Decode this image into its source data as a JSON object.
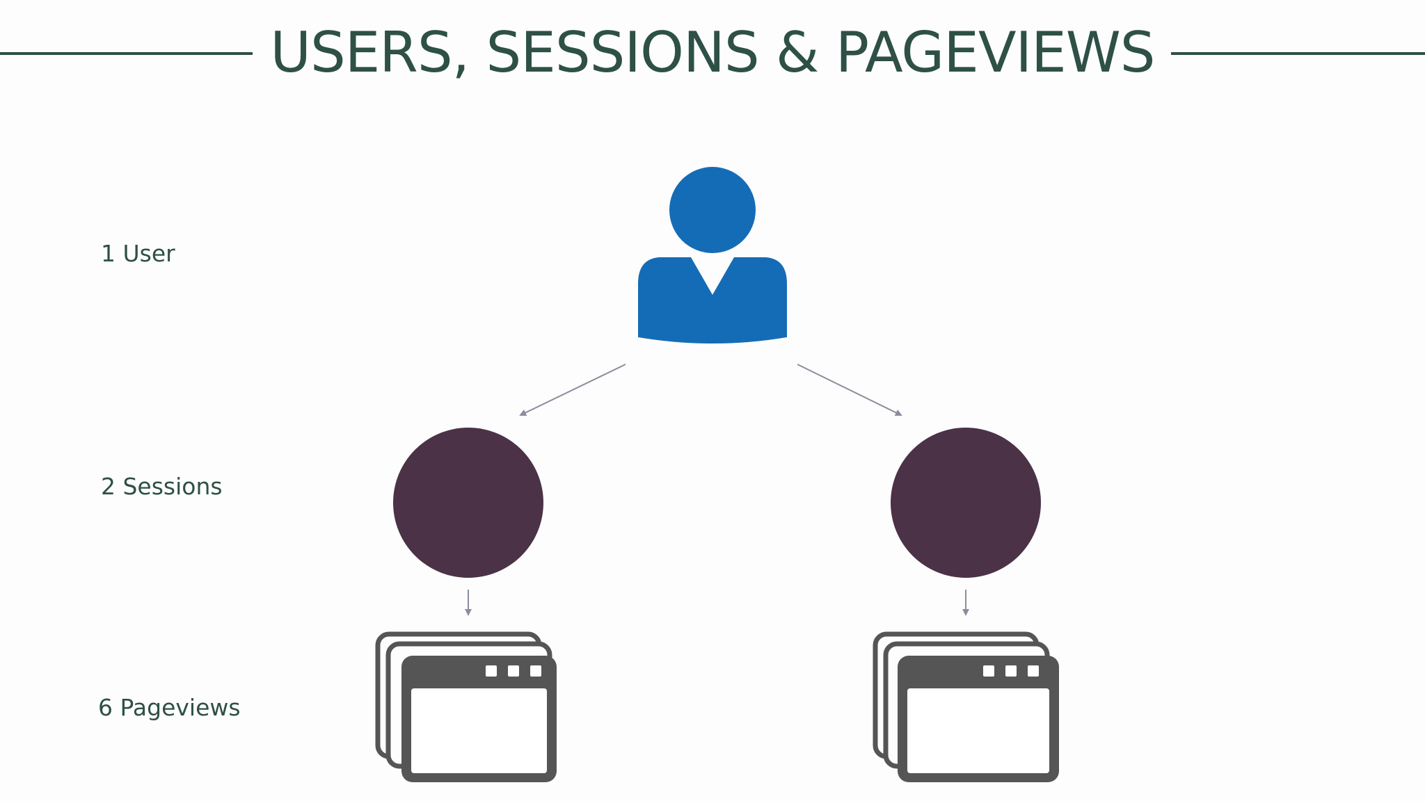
{
  "title": "USERS, SESSIONS & PAGEVIEWS",
  "rows": {
    "user_label": "1 User",
    "sessions_label": "2 Sessions",
    "pageviews_label": "6 Pageviews"
  },
  "icons": {
    "user": "user-icon",
    "session": "circle",
    "pageview": "browser-window-stack-icon"
  },
  "colors": {
    "title": "#2e5046",
    "user": "#156cb6",
    "session": "#4b3246",
    "pageview": "#555555",
    "arrow": "#8a8e9c"
  }
}
